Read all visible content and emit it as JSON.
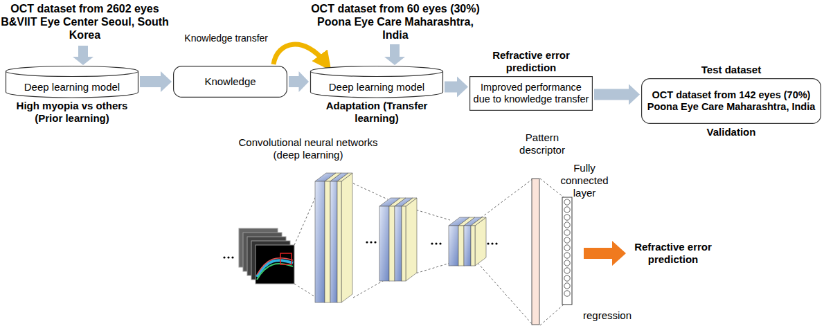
{
  "diagram": {
    "nodes": [
      {
        "text": [
          "Deep learning model",
          "High myopia vs others (Prior learning)"
        ]
      },
      {
        "text": [
          "Knowledge"
        ]
      },
      {
        "text": [
          "Deep learning model",
          "Adaptation (Transfer learning)"
        ]
      },
      {
        "text": [
          "Refractive error prediction",
          "Improved performance due to knowledge transfer"
        ]
      },
      {
        "text": [
          "Test dataset",
          "OCT dataset from 142 eyes (70%) Poona Eye Care Maharashtra, India",
          "Validation"
        ]
      }
    ],
    "edges": [
      {
        "from": 0,
        "to": 1,
        "arrow": "to"
      },
      {
        "from": 1,
        "to": 2,
        "arrow": "to"
      },
      {
        "from": 2,
        "to": 3,
        "arrow": "to"
      },
      {
        "from": 3,
        "to": 4,
        "arrow": "to"
      },
      {
        "from": 1,
        "to": 2,
        "label": "Knowledge transfer",
        "arrow": "to"
      }
    ],
    "labels": [
      "OCT dataset from 2602 eyes B&VIIT Eye Center Seoul, South Korea",
      "OCT dataset from 60 eyes (30%) Poona Eye Care Maharashtra, India",
      "Convolutional neural networks (deep learning)",
      "Pattern descriptor",
      "Fully connected layer",
      "Refractive error prediction",
      "regression"
    ]
  }
}
